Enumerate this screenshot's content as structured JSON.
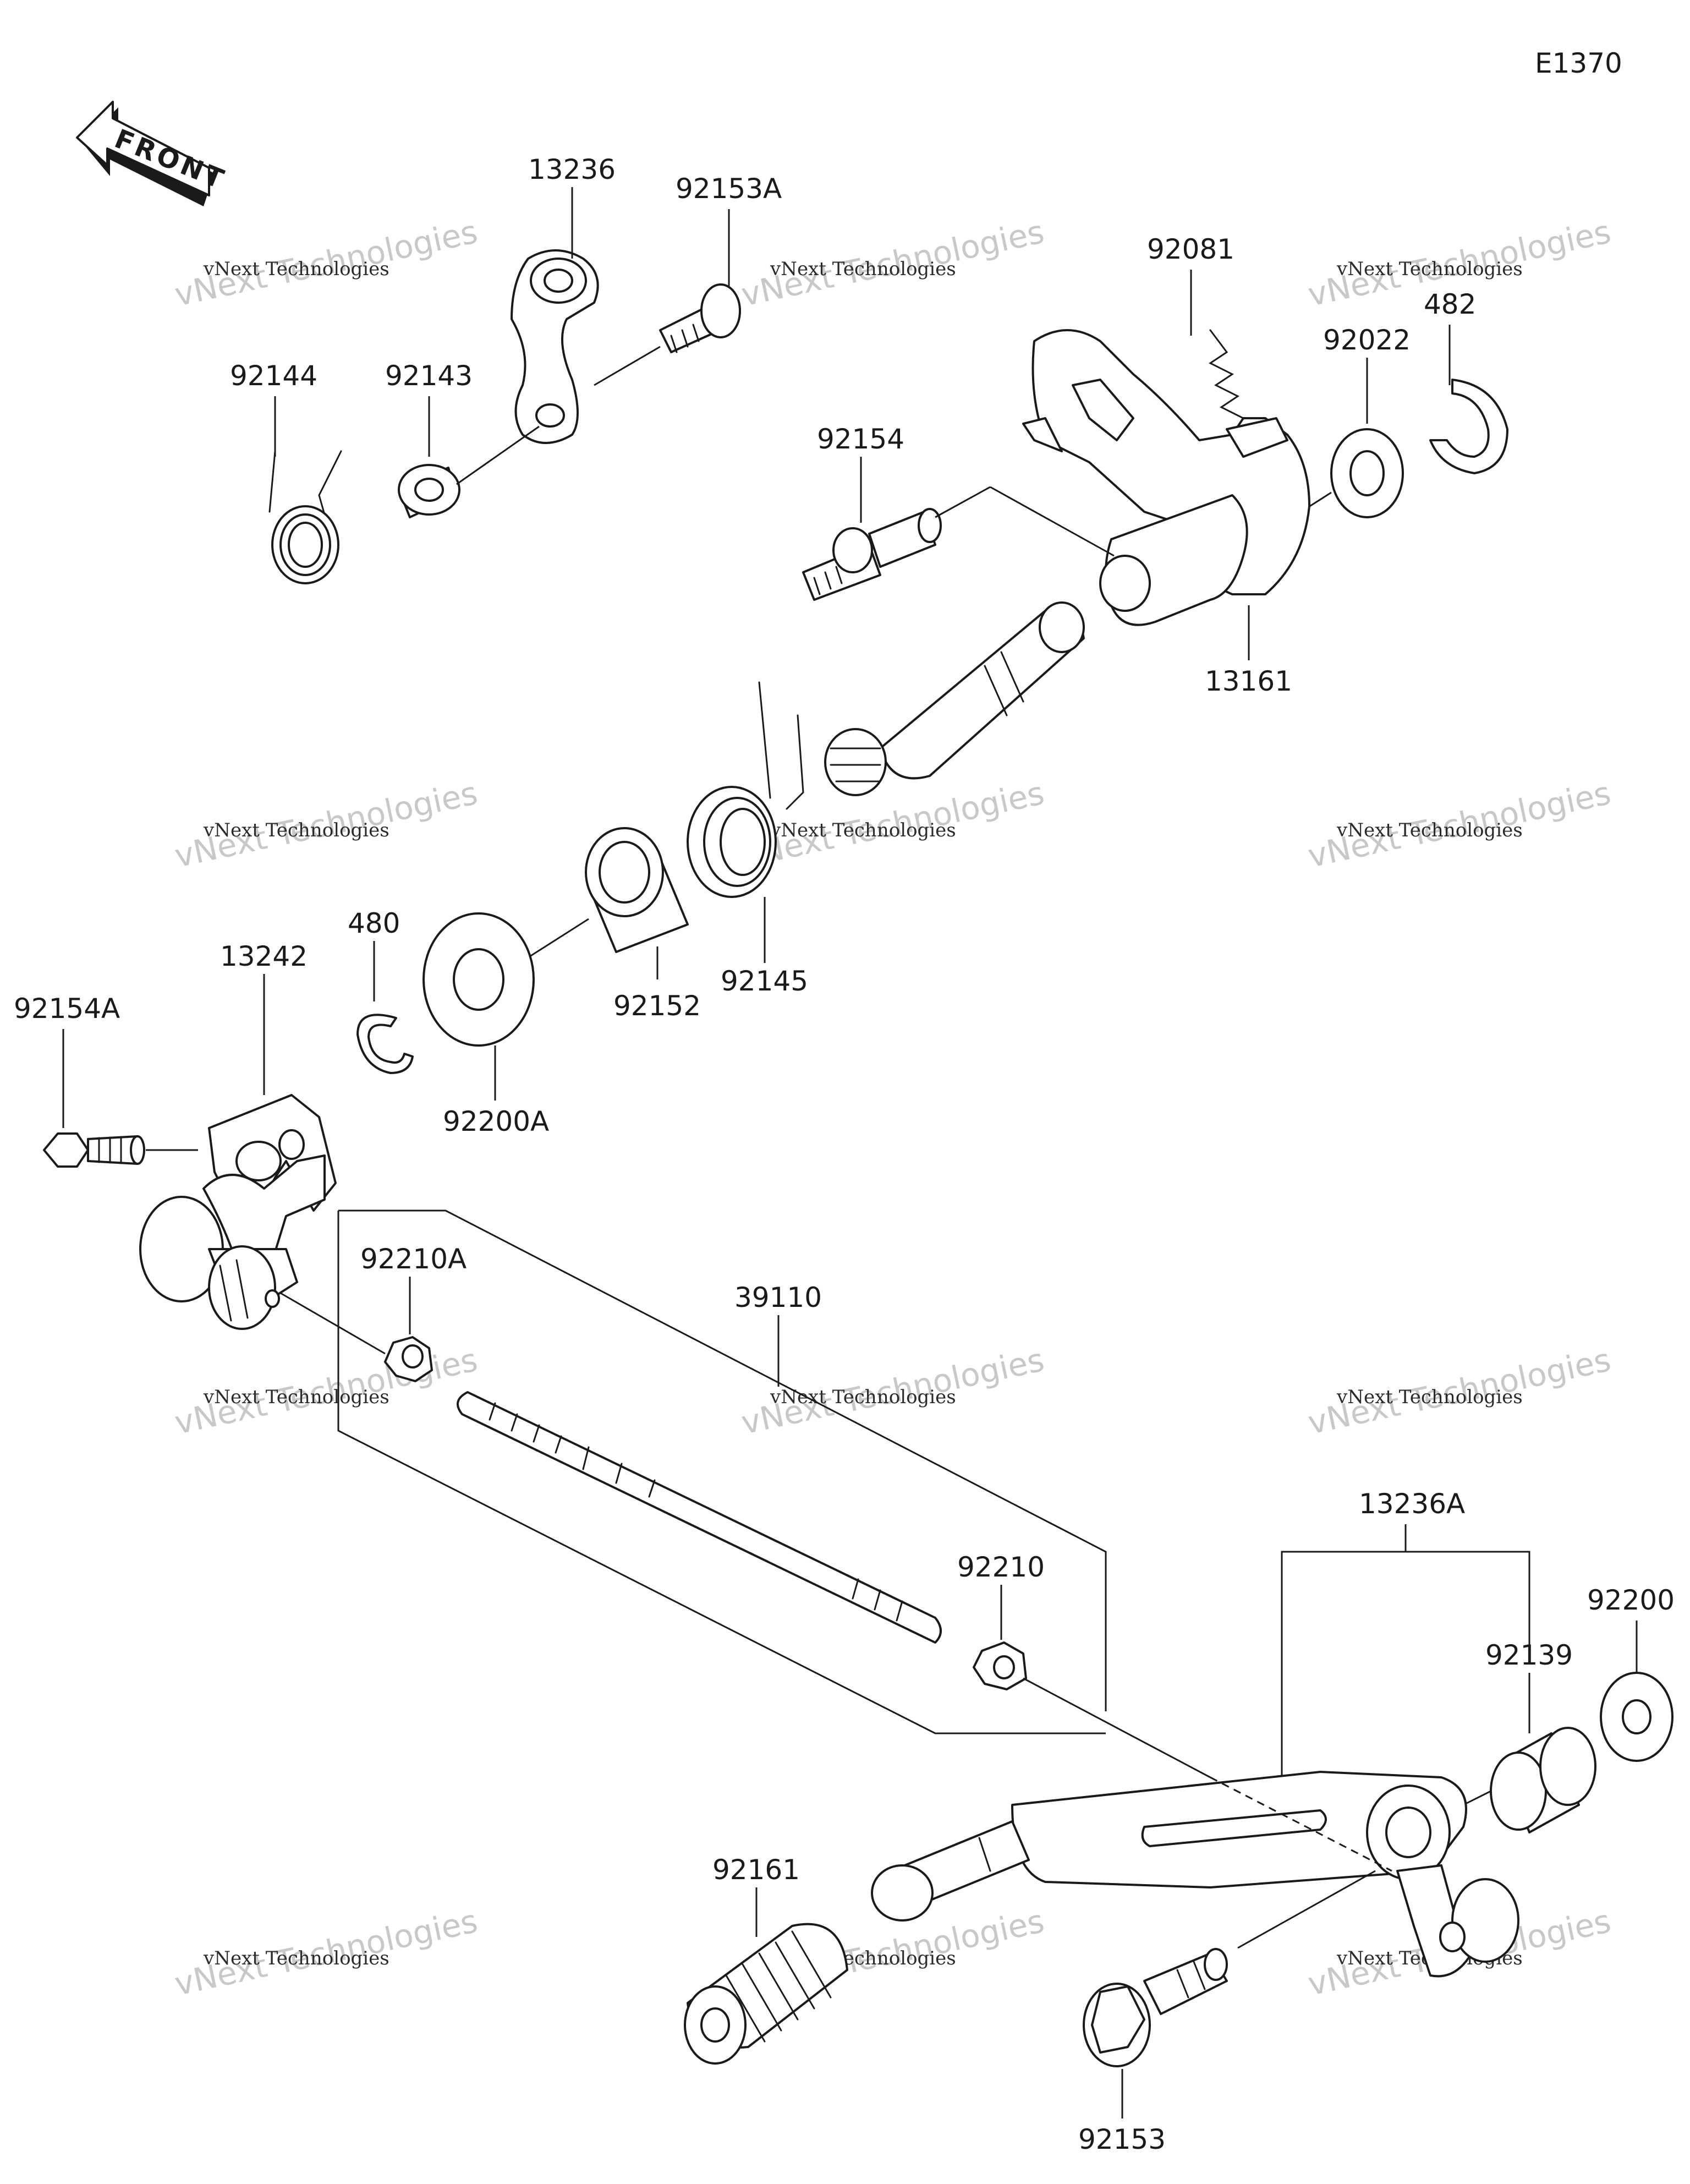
{
  "diagram_code": "E1370",
  "front_label": "FRONT",
  "watermark": {
    "line1": "vNext Technologies",
    "line2": "Technologies",
    "overlay": "vNext"
  },
  "parts": {
    "p13236": "13236",
    "p92153A": "92153A",
    "p92081": "92081",
    "p482": "482",
    "p92144": "92144",
    "p92143": "92143",
    "p92022": "92022",
    "p92154": "92154",
    "p13161": "13161",
    "p480": "480",
    "p92154A": "92154A",
    "p13242": "13242",
    "p92152": "92152",
    "p92145": "92145",
    "p92200A": "92200A",
    "p92210A": "92210A",
    "p39110": "39110",
    "p13236A": "13236A",
    "p92210": "92210",
    "p92200": "92200",
    "p92139": "92139",
    "p92161": "92161",
    "p92153": "92153"
  }
}
